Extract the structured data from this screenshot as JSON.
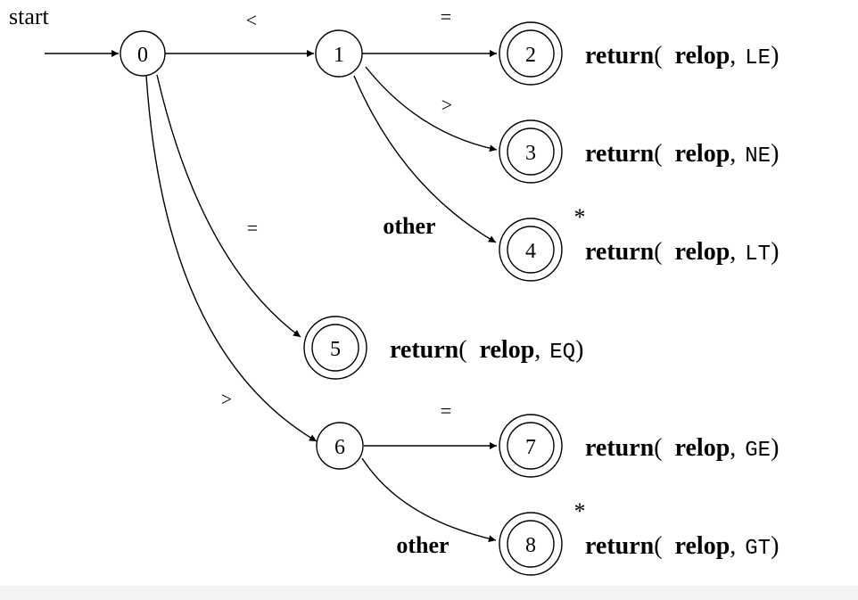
{
  "start_label": "start",
  "nodes": [
    {
      "id": "0",
      "label": "0",
      "accepting": false
    },
    {
      "id": "1",
      "label": "1",
      "accepting": false
    },
    {
      "id": "2",
      "label": "2",
      "accepting": true
    },
    {
      "id": "3",
      "label": "3",
      "accepting": true
    },
    {
      "id": "4",
      "label": "4",
      "accepting": true,
      "star": "*"
    },
    {
      "id": "5",
      "label": "5",
      "accepting": true
    },
    {
      "id": "6",
      "label": "6",
      "accepting": false
    },
    {
      "id": "7",
      "label": "7",
      "accepting": true
    },
    {
      "id": "8",
      "label": "8",
      "accepting": true,
      "star": "*"
    }
  ],
  "edges": [
    {
      "from": "0",
      "to": "1",
      "label": "<"
    },
    {
      "from": "1",
      "to": "2",
      "label": "="
    },
    {
      "from": "1",
      "to": "3",
      "label": ">"
    },
    {
      "from": "1",
      "to": "4",
      "label": "other"
    },
    {
      "from": "0",
      "to": "5",
      "label": "="
    },
    {
      "from": "0",
      "to": "6",
      "label": ">"
    },
    {
      "from": "6",
      "to": "7",
      "label": "="
    },
    {
      "from": "6",
      "to": "8",
      "label": "other"
    }
  ],
  "returns": {
    "2": {
      "keyword": "return",
      "paren": "(",
      "token": "relop",
      "comma": ",",
      "attr": "LE",
      "close": ")"
    },
    "3": {
      "keyword": "return",
      "paren": "(",
      "token": "relop",
      "comma": ",",
      "attr": "NE",
      "close": ")"
    },
    "4": {
      "keyword": "return",
      "paren": "(",
      "token": "relop",
      "comma": ",",
      "attr": "LT",
      "close": ")"
    },
    "5": {
      "keyword": "return",
      "paren": "(",
      "token": "relop",
      "comma": ",",
      "attr": "EQ",
      "close": ")"
    },
    "7": {
      "keyword": "return",
      "paren": "(",
      "token": "relop",
      "comma": ",",
      "attr": "GE",
      "close": ")"
    },
    "8": {
      "keyword": "return",
      "paren": "(",
      "token": "relop",
      "comma": ",",
      "attr": "GT",
      "close": ")"
    }
  }
}
